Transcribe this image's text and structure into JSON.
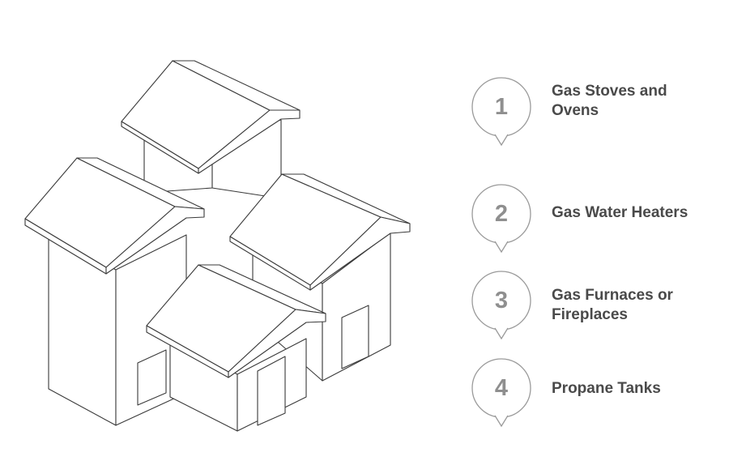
{
  "items": [
    {
      "number": "1",
      "label": "Gas Stoves and\nOvens"
    },
    {
      "number": "2",
      "label": "Gas Water Heaters"
    },
    {
      "number": "3",
      "label": "Gas Furnaces or\nFireplaces"
    },
    {
      "number": "4",
      "label": "Propane Tanks"
    }
  ],
  "colors": {
    "marker_stroke": "#9a9a9a",
    "number_text": "#8f8f8f",
    "label_text": "#4a4a4a",
    "line_art": "#3a3a3a"
  },
  "illustration": {
    "icon": "houses-cluster-icon"
  }
}
